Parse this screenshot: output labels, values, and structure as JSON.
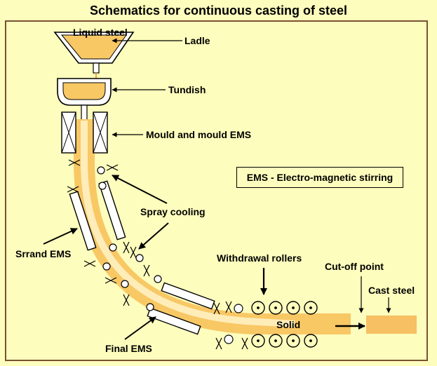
{
  "title": "Schematics for continuous casting of steel",
  "labels": {
    "liquid_steel": "Liquid steel",
    "ladle": "Ladle",
    "tundish": "Tundish",
    "mould": "Mould and mould EMS",
    "ems_note": "EMS - Electro-magnetic stirring",
    "spray_cooling": "Spray cooling",
    "strand_ems": "Srrand EMS",
    "withdrawal_rollers": "Withdrawal rollers",
    "cut_off_point": "Cut-off point",
    "cast_steel": "Cast steel",
    "solid": "Solid",
    "final_ems": "Final EMS"
  },
  "colors": {
    "background": "#fdfdbd",
    "frame": "#7a5230",
    "steel": "#f8c865",
    "steel_core": "#fff1c2",
    "steel_solid": "#f6c063"
  }
}
